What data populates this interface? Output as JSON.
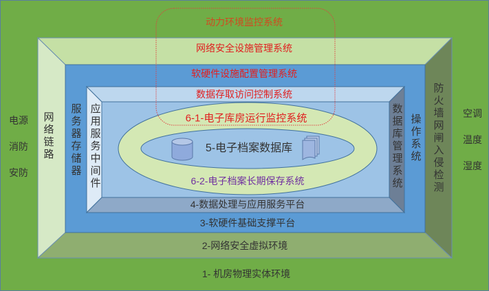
{
  "top_systems": {
    "dynamic_env": "动力环境监控系统",
    "network_security_mgmt": "网络安全设施管理系统",
    "hw_sw_config_mgmt": "软硬件设施配置管理系统",
    "data_access_control": "数据存取访问控制系统",
    "room_monitoring": "6-1-电子库房运行监控系统"
  },
  "core": {
    "database": "5-电子档案数据库",
    "long_term_preservation": "6-2-电子档案长期保存系统"
  },
  "layers": {
    "layer4": "4-数据处理与应用服务平台",
    "layer3": "3-软硬件基础支撑平台",
    "layer2": "2-网络安全虚拟环境",
    "layer1": "1- 机房物理实体环境"
  },
  "left_labels": [
    "电源",
    "消防",
    "安防"
  ],
  "right_labels": [
    "空调",
    "温度",
    "湿度"
  ],
  "side_panels": {
    "network_link": "网络链路",
    "server_storage": "服务器存储器",
    "app_middleware": "应用服务中间件",
    "db_mgmt": "数据库管理系统",
    "os": "操作系统",
    "firewall": "防火墙网闸入侵检测"
  },
  "colors": {
    "outer": "#70ad47",
    "accent_red": "#e02020",
    "purple": "#7030a0",
    "blue": "#5b9bd5"
  }
}
